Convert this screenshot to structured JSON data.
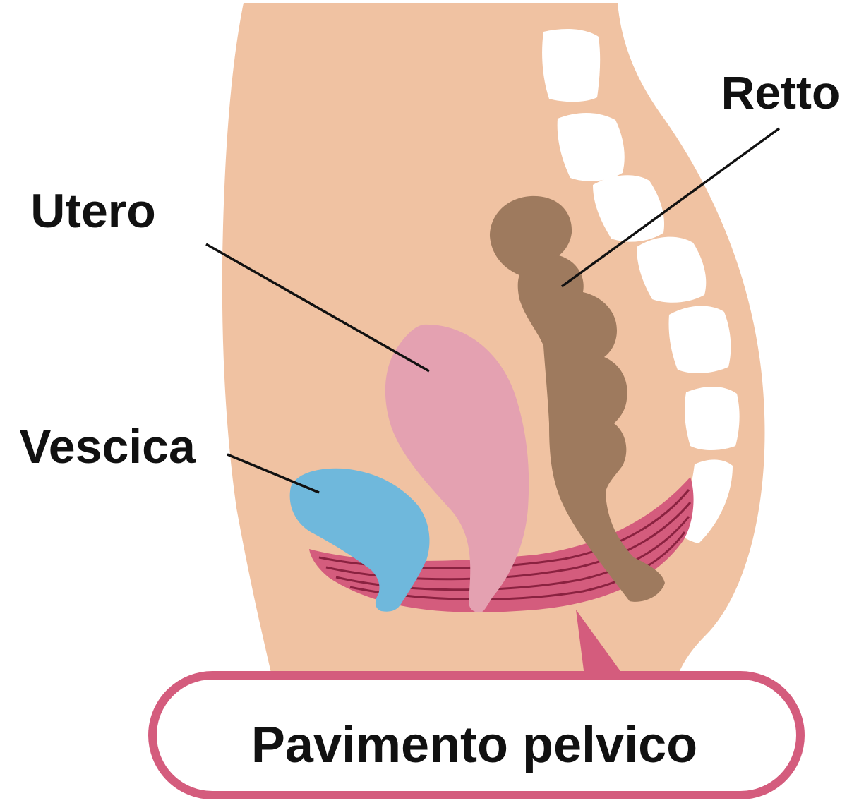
{
  "labels": {
    "rectum": "Retto",
    "uterus": "Utero",
    "bladder": "Vescica",
    "pelvic_floor": "Pavimento pelvico"
  },
  "colors": {
    "skin": "#f0c2a2",
    "vertebra": "#ffffff",
    "rectum": "#9e7a5e",
    "uterus": "#e4a1b1",
    "bladder": "#6fb8dc",
    "muscle": "#d45c7d",
    "muscle_lines": "#8a2240",
    "callout_border": "#d45c7d",
    "leader_line": "#111111"
  }
}
